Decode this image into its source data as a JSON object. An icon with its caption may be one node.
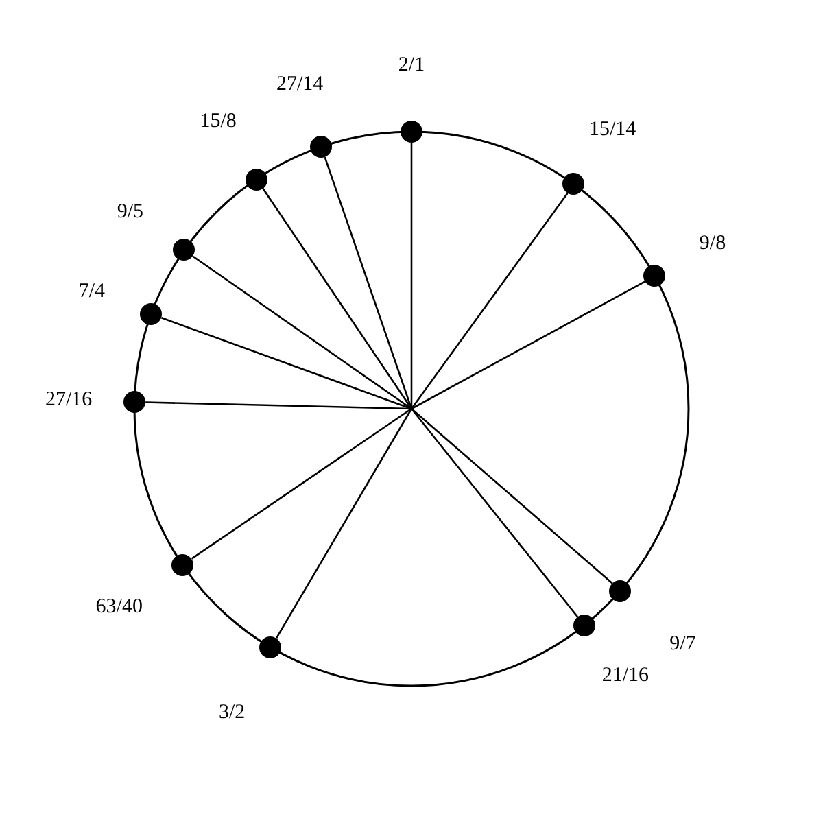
{
  "diagram": {
    "nodes": [
      {
        "text": [],
        "shape": "circle",
        "beside": [
          "2/1"
        ]
      },
      {
        "text": [],
        "shape": "circle",
        "beside": [
          "15/14"
        ]
      },
      {
        "text": [],
        "shape": "circle",
        "beside": [
          "9/8"
        ]
      },
      {
        "text": [],
        "shape": "circle",
        "beside": [
          "9/7"
        ]
      },
      {
        "text": [],
        "shape": "circle",
        "beside": [
          "21/16"
        ]
      },
      {
        "text": [],
        "shape": "circle",
        "beside": [
          "3/2"
        ]
      },
      {
        "text": [],
        "shape": "circle",
        "beside": [
          "63/40"
        ]
      },
      {
        "text": [],
        "shape": "circle",
        "beside": [
          "27/16"
        ]
      },
      {
        "text": [],
        "shape": "circle",
        "beside": [
          "7/4"
        ]
      },
      {
        "text": [],
        "shape": "circle",
        "beside": [
          "9/5"
        ]
      },
      {
        "text": [],
        "shape": "circle",
        "beside": [
          "15/8"
        ]
      },
      {
        "text": [],
        "shape": "circle",
        "beside": [
          "27/14"
        ]
      }
    ],
    "edges": [
      {
        "from": null,
        "to": 0,
        "arrow": "none"
      },
      {
        "from": null,
        "to": 1,
        "arrow": "none"
      },
      {
        "from": null,
        "to": 2,
        "arrow": "none"
      },
      {
        "from": null,
        "to": 3,
        "arrow": "none"
      },
      {
        "from": null,
        "to": 4,
        "arrow": "none"
      },
      {
        "from": null,
        "to": 5,
        "arrow": "none"
      },
      {
        "from": null,
        "to": 6,
        "arrow": "none"
      },
      {
        "from": null,
        "to": 7,
        "arrow": "none"
      },
      {
        "from": null,
        "to": 8,
        "arrow": "none"
      },
      {
        "from": null,
        "to": 9,
        "arrow": "none"
      },
      {
        "from": null,
        "to": 10,
        "arrow": "none"
      },
      {
        "from": null,
        "to": 11,
        "arrow": "none"
      }
    ]
  }
}
